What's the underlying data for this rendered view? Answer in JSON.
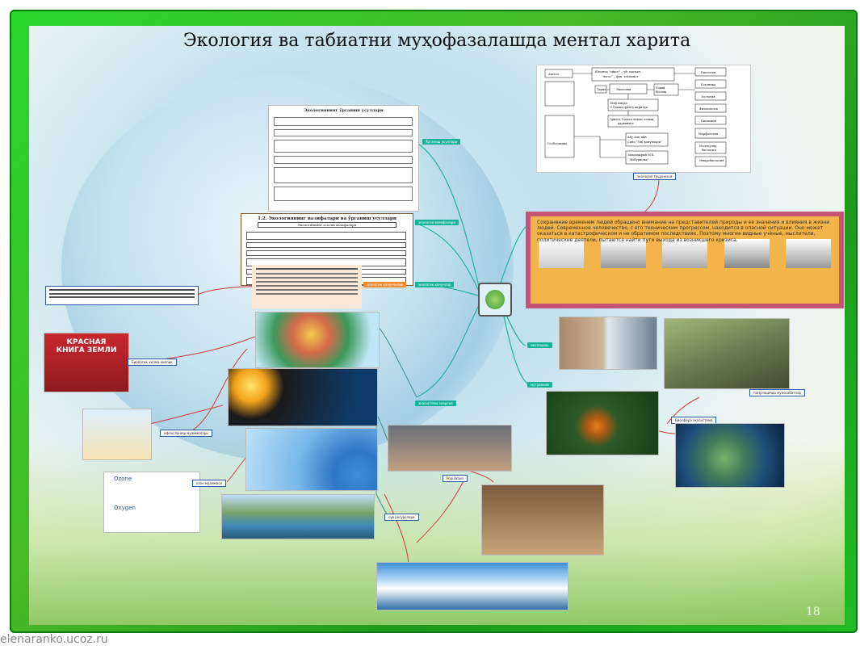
{
  "slide": {
    "title": "Экология ва табиатни муҳофазалашда ментал харита",
    "page_number": "18",
    "watermark": "elenaranko.ucoz.ru"
  },
  "cards": {
    "card1_title": "Экологиянинг ўрганиш усуллари",
    "card2_title": "1.2. Экологиянинг вазифалари ва ўрганиш усуллари",
    "card2_sub": "Экологиянинг асосий вазифалари",
    "redbook": "КРАСНАЯ КНИГА ЗЕМЛИ",
    "oxygen_a": "Ozone",
    "oxygen_b": "Oxygen"
  },
  "diagram": {
    "nodes": [
      "Авесто",
      "Юнонча \"ойкос\" – уй, маскан, \"логос\" – фан, таълимот",
      "Биология",
      "Ботаника",
      "Тарих",
      "Экология",
      "Узвий боғлиқ",
      "Зоология",
      "1866 йилда Э.Геккел фанга киритди",
      "Физиология",
      "Эрнест Геккел немис олими, дарвинист",
      "Биохимия",
      "Морфология",
      "Абу Али ибн Сино \"Тиб қонунлари\"",
      "Молекуляр биология",
      "Микробиология",
      "Замахшарий М.Б. \"Бобурнома\"",
      "Геоботаника"
    ]
  },
  "russian_text": "Сохранение временем людей обращено внимание на представителей природы и ее значения и влияния в жизни людей. Современное человечество, с его техническим прогрессом, находится в опасной ситуации. Оно может оказаться в катастрофическом и не обратимом последствиях. Поэтому многие видные учёные, мыслители, политические деятели, пытаются найти пути выхода из возникшего кризиса."
}
